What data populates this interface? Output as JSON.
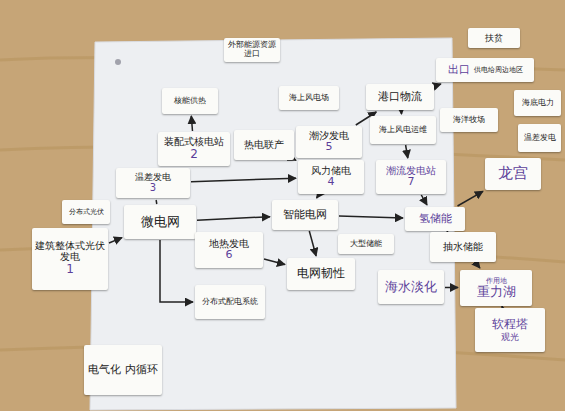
{
  "diagram": {
    "nodes": [
      {
        "text": [
          "外部能源资源进口"
        ]
      },
      {
        "text": [
          "扶贫"
        ]
      },
      {
        "text": [
          "出口",
          "供电给周边地区"
        ]
      },
      {
        "text": [
          "核能供热"
        ]
      },
      {
        "text": [
          "海上风电场"
        ]
      },
      {
        "text": [
          "港口物流"
        ]
      },
      {
        "text": [
          "海底电力"
        ]
      },
      {
        "text": [
          "海洋牧场"
        ]
      },
      {
        "text": [
          "海上风电运维"
        ]
      },
      {
        "text": [
          "装配式核电站",
          "2"
        ]
      },
      {
        "text": [
          "热电联产"
        ]
      },
      {
        "text": [
          "潮汐发电",
          "5"
        ]
      },
      {
        "text": [
          "温差发电"
        ]
      },
      {
        "text": [
          "温差发电",
          "3"
        ]
      },
      {
        "text": [
          "风力储电",
          "4"
        ]
      },
      {
        "text": [
          "潮流发电站",
          "7"
        ]
      },
      {
        "text": [
          "龙宫"
        ]
      },
      {
        "text": [
          "分布式光伏"
        ]
      },
      {
        "text": [
          "微电网"
        ]
      },
      {
        "text": [
          "智能电网"
        ]
      },
      {
        "text": [
          "氢储能"
        ]
      },
      {
        "text": [
          "建筑整体式光伏发电",
          "1"
        ]
      },
      {
        "text": [
          "抽水储能"
        ]
      },
      {
        "text": [
          "地热发电",
          "6"
        ]
      },
      {
        "text": [
          "大型储能"
        ]
      },
      {
        "text": [
          "电网韧性"
        ]
      },
      {
        "text": [
          "海水淡化"
        ]
      },
      {
        "text": [
          "作用地",
          "重力湖"
        ]
      },
      {
        "text": [
          "分布式配电系统"
        ]
      },
      {
        "text": [
          "软程塔",
          "观光"
        ]
      },
      {
        "text": [
          "电气化 内循环"
        ]
      }
    ],
    "edges": [
      {
        "from": 21,
        "to": 18,
        "arrow": "to"
      },
      {
        "from": 18,
        "to": 13,
        "arrow": "none"
      },
      {
        "from": 18,
        "to": 19,
        "arrow": "to"
      },
      {
        "from": 18,
        "to": 28,
        "arrow": "to"
      },
      {
        "from": 23,
        "to": 25,
        "arrow": "to"
      },
      {
        "from": 19,
        "to": 25,
        "arrow": "to"
      },
      {
        "from": 9,
        "to": 3,
        "arrow": "to"
      },
      {
        "from": 10,
        "to": 14,
        "arrow": "to"
      },
      {
        "from": 13,
        "to": 14,
        "arrow": "to"
      },
      {
        "from": 11,
        "to": 5,
        "arrow": "to"
      },
      {
        "from": 5,
        "to": 2,
        "arrow": "to"
      },
      {
        "from": 5,
        "to": 8,
        "arrow": "to"
      },
      {
        "from": 14,
        "to": 19,
        "arrow": "to"
      },
      {
        "from": 8,
        "to": 15,
        "arrow": "to"
      },
      {
        "from": 15,
        "to": 20,
        "arrow": "to"
      },
      {
        "from": 19,
        "to": 20,
        "arrow": "to"
      },
      {
        "from": 20,
        "to": 22,
        "arrow": "none"
      },
      {
        "from": 20,
        "to": 16,
        "arrow": "to"
      },
      {
        "from": 22,
        "to": 27,
        "arrow": "to"
      },
      {
        "from": 26,
        "to": 27,
        "arrow": "to"
      },
      {
        "from": 27,
        "to": 29,
        "arrow": "to"
      }
    ]
  }
}
